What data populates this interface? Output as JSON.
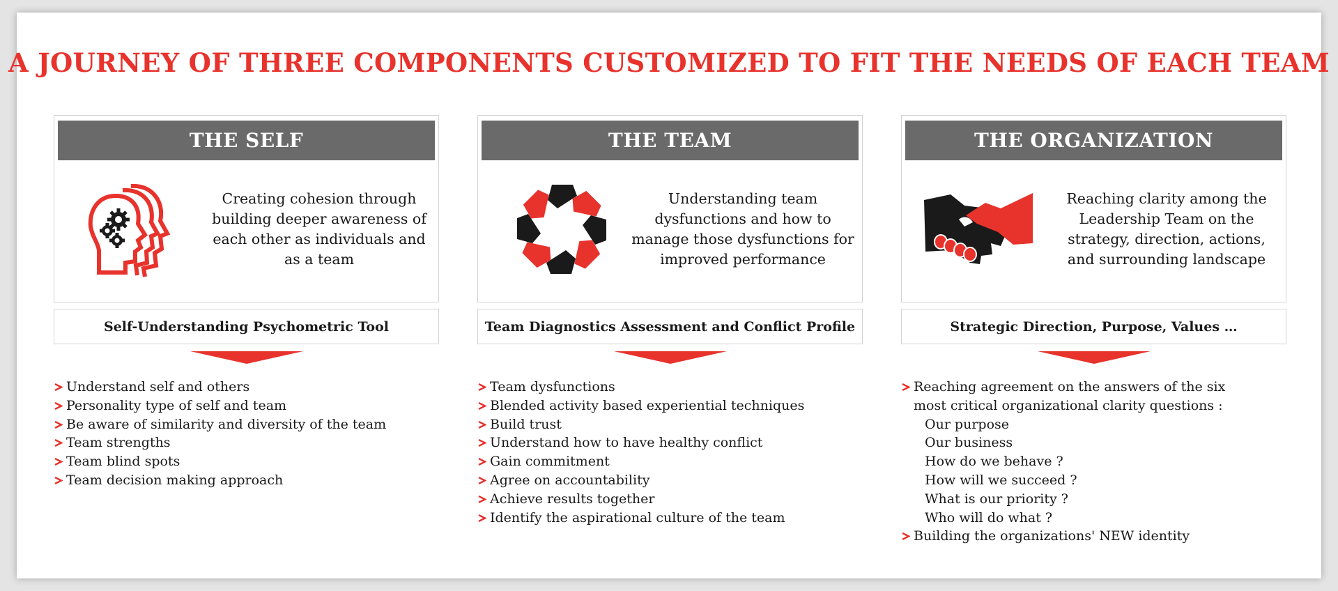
{
  "title": "A JOURNEY OF THREE COMPONENTS CUSTOMIZED TO FIT THE NEEDS OF EACH TEAM",
  "colors": {
    "accent": "#e8322c",
    "header_bg": "#6a6a6a",
    "border": "#d2d2d2"
  },
  "columns": [
    {
      "header": "THE SELF",
      "icon": "heads-with-gears-icon",
      "description": "Creating cohesion through building deeper awareness of each other as individuals and as a team",
      "tool": "Self-Understanding Psychometric Tool",
      "bullets": [
        "Understand self and others",
        "Personality type of self and team",
        "Be aware of similarity and diversity of the team",
        "Team strengths",
        "Team blind spots",
        "Team decision making approach"
      ]
    },
    {
      "header": "THE TEAM",
      "icon": "circle-of-hands-icon",
      "description": "Understanding team dysfunctions and how to manage those dysfunctions for improved performance",
      "tool": "Team Diagnostics  Assessment and Conflict Profile",
      "bullets": [
        "Team dysfunctions",
        "Blended activity based experiential techniques",
        "Build trust",
        "Understand how to have healthy conflict",
        "Gain commitment",
        "Agree on accountability",
        "Achieve  results together",
        "Identify the aspirational culture of the team"
      ]
    },
    {
      "header": "THE ORGANIZATION",
      "icon": "handshake-icon",
      "description": "Reaching  clarity among the Leadership Team on the strategy, direction, actions, and surrounding landscape",
      "tool": "Strategic Direction, Purpose, Values …",
      "bullets_lead": "Reaching agreement on the answers of the six most critical organizational clarity questions :",
      "sub_bullets": [
        "Our purpose",
        "Our business",
        "How do we behave ?",
        "How will we succeed ?",
        "What is our priority ?",
        "Who will do what ?"
      ],
      "bullets_tail": "Building the organizations' NEW identity"
    }
  ]
}
